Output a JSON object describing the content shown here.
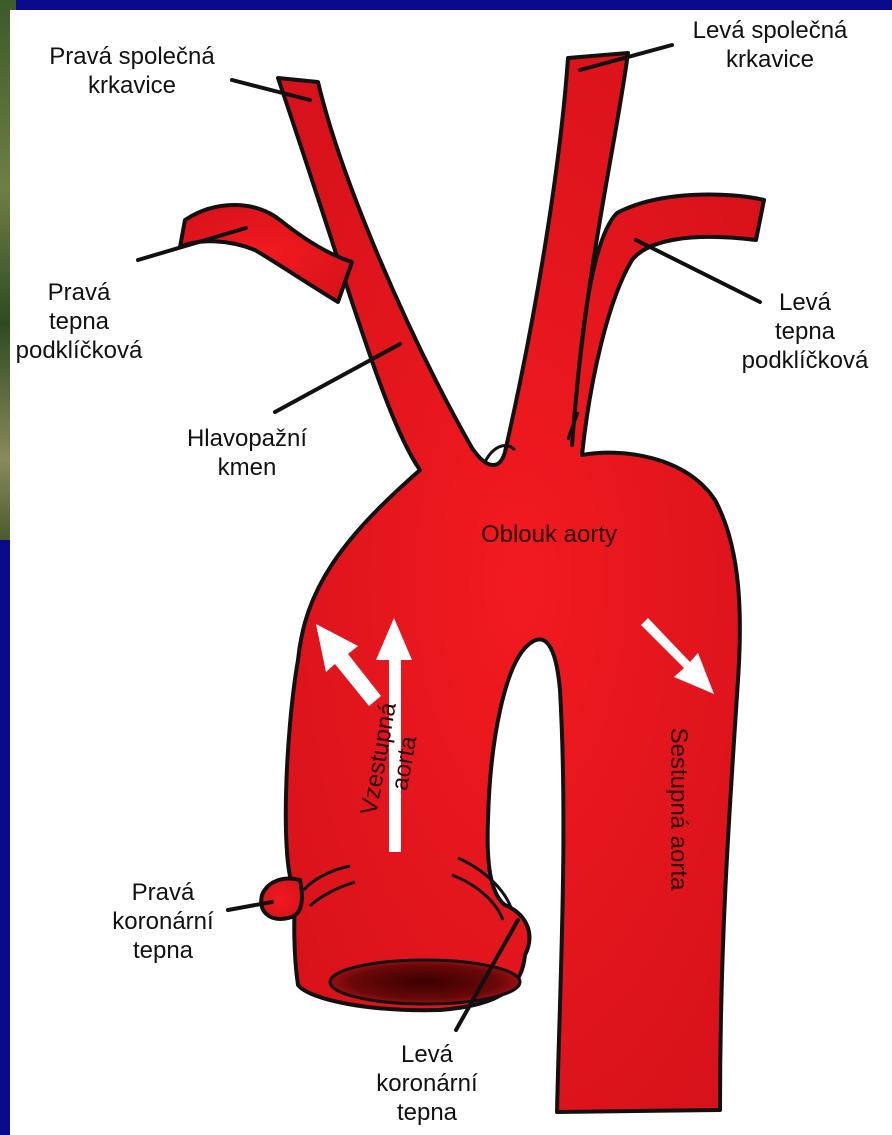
{
  "diagram": {
    "labels": {
      "right_common_carotid": "Pravá společná\nkrkavice",
      "left_common_carotid": "Levá společná\nkrkavice",
      "right_subclavian": "Pravá\ntepna\npodklíčková",
      "left_subclavian": "Levá\ntepna\npodklíčková",
      "brachiocephalic_trunk": "Hlavopažní\nkmen",
      "aortic_arch": "Oblouk aorty",
      "ascending_aorta_line1": "Vzestupná",
      "ascending_aorta_line2": "aorta",
      "descending_aorta": "Sestupná aorta",
      "right_coronary": "Pravá\nkoronární\ntepna",
      "left_coronary": "Levá\nkoronární\ntepna"
    },
    "colors": {
      "artery": "#e0141b",
      "outline": "#111111",
      "arrow": "#ffffff",
      "frame": "#0a0a8c"
    }
  }
}
